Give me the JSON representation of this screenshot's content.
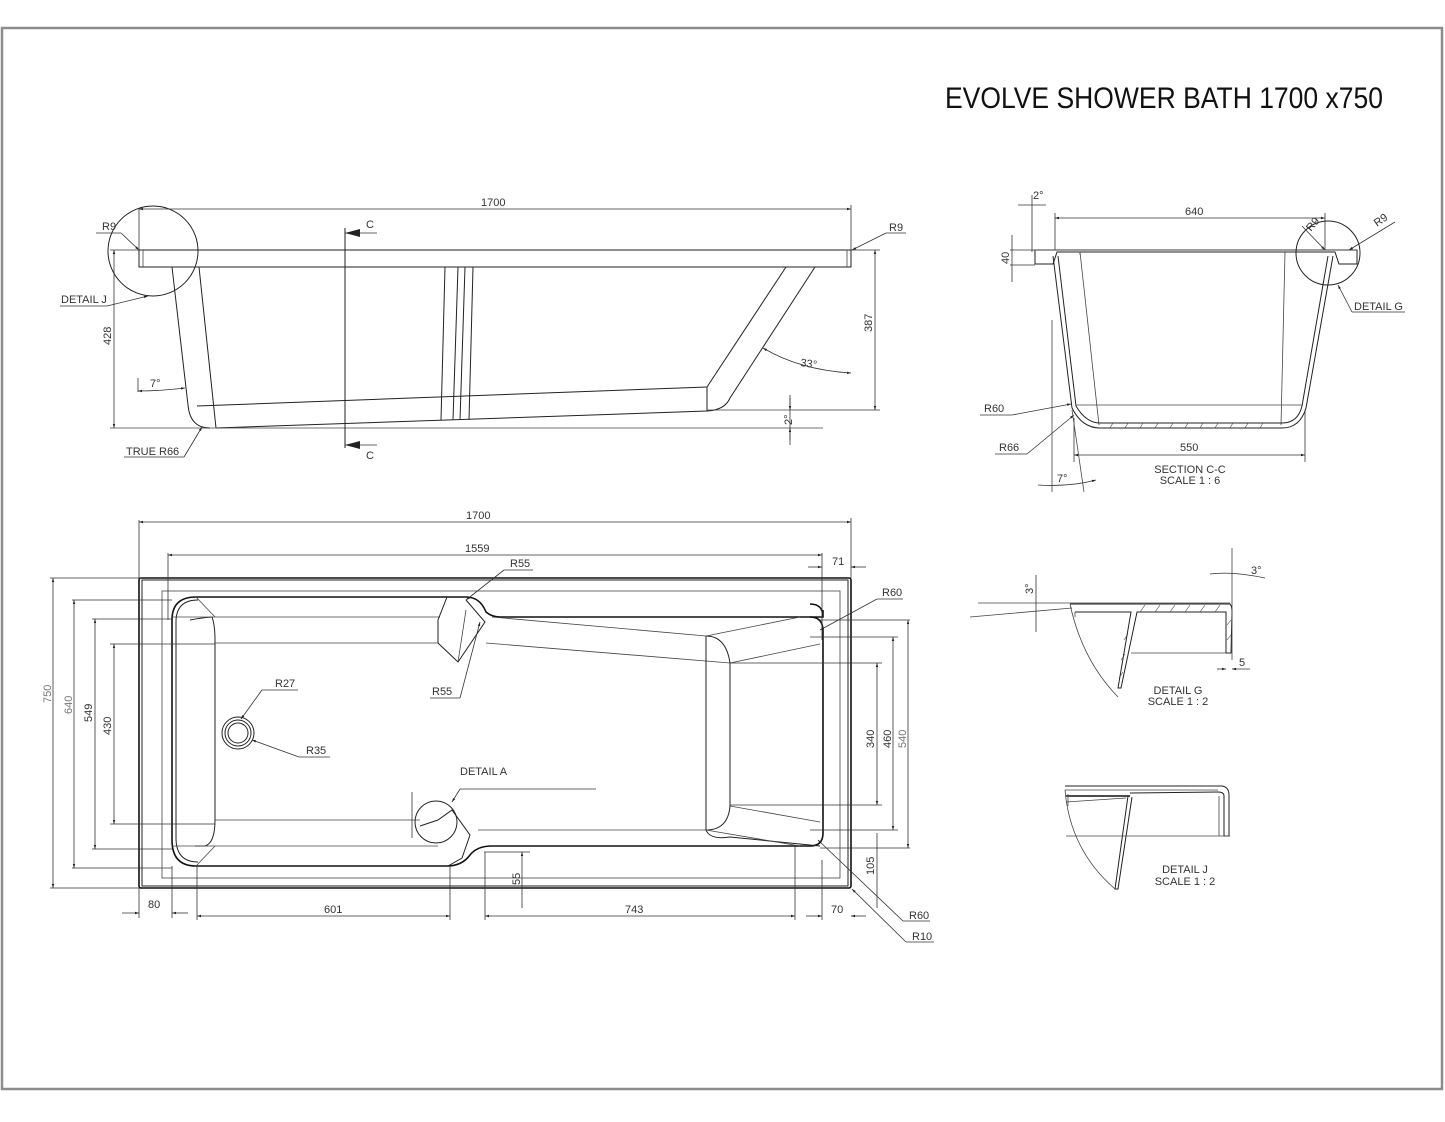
{
  "title": "EVOLVE SHOWER BATH 1700 x750",
  "views": {
    "side_elevation": {
      "overall_length": "1700",
      "left_radius": "R9",
      "right_radius": "R9",
      "detail_callout": "DETAIL J",
      "left_height": "428",
      "right_height": "387",
      "left_angle": "7°",
      "right_angle": "33°",
      "floor_slope": "2°",
      "bottom_radius": "TRUE R66",
      "section_marker_top": "C",
      "section_marker_bottom": "C"
    },
    "section_cc": {
      "top_width": "640",
      "rim_angle": "2°",
      "rim_height": "40",
      "radius_right_inner": "R9",
      "radius_right_outer": "R9",
      "detail_callout": "DETAIL G",
      "radius_60": "R60",
      "radius_66": "R66",
      "bottom_width": "550",
      "wall_angle": "7°",
      "caption_line1": "SECTION C-C",
      "caption_line2": "SCALE 1 : 6"
    },
    "plan_view": {
      "overall_length": "1700",
      "inner_length": "1559",
      "end_offset": "71",
      "radius_r55_top": "R55",
      "radius_r55_lower": "R55",
      "radius_r60_top": "R60",
      "radius_r60_bottom": "R60",
      "radius_r10": "R10",
      "waste_inner_radius": "R27",
      "waste_outer_radius": "R35",
      "detail_callout": "DETAIL A",
      "overall_width": "750",
      "width_640": "640",
      "width_549": "549",
      "width_430": "430",
      "width_340": "340",
      "width_460": "460",
      "width_540": "540",
      "dim_105": "105",
      "dim_55": "55",
      "dim_80": "80",
      "dim_601": "601",
      "dim_743": "743",
      "dim_70": "70"
    },
    "detail_g": {
      "angle_left": "3°",
      "angle_right": "3°",
      "thickness": "5",
      "caption_line1": "DETAIL G",
      "caption_line2": "SCALE 1 : 2"
    },
    "detail_j": {
      "caption_line1": "DETAIL J",
      "caption_line2": "SCALE 1 : 2"
    }
  }
}
